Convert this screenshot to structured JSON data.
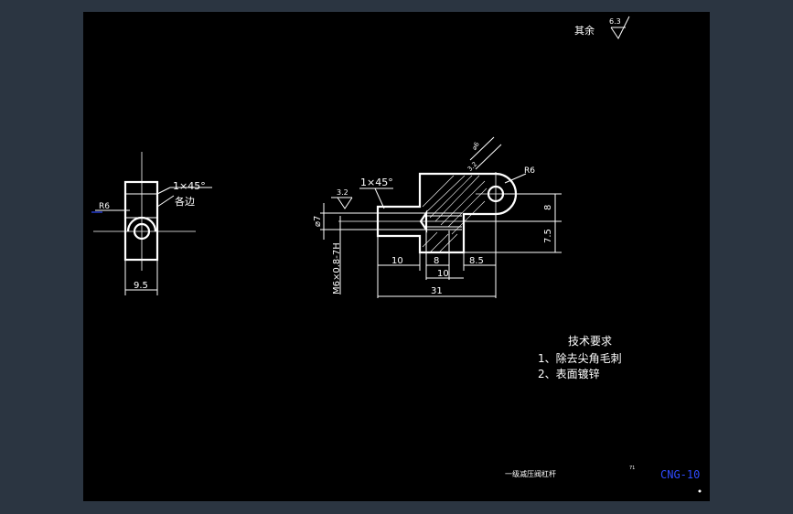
{
  "colors": {
    "background": "#2b3541",
    "sheet": "#000000",
    "lines": "#ffffff",
    "accent": "#2f4bff"
  },
  "surface_note": {
    "label": "其余",
    "value": "6.3"
  },
  "side_view": {
    "chamfer": "1×45°",
    "chamfer_note": "各边",
    "radius": "R6",
    "width": "9.5"
  },
  "front_view": {
    "roughness": "3.2",
    "chamfer": "1×45°",
    "diameter": "⌀7",
    "thread": "M6×0.8-7H",
    "radius_top": "R6",
    "roughness_small": "3.2",
    "hole_note": "⌀6",
    "dims": {
      "d10a": "10",
      "d8a": "8",
      "d8_5": "8.5",
      "d10b": "10",
      "d31": "31",
      "d8v": "8",
      "d7_5": "7.5"
    }
  },
  "tech_req": {
    "title": "技术要求",
    "items": [
      "1、除去尖角毛刺",
      "2、表面镀锌"
    ]
  },
  "title_block": {
    "name": "一级减压阀杠杆",
    "small": "71",
    "code": "CNG-10"
  }
}
